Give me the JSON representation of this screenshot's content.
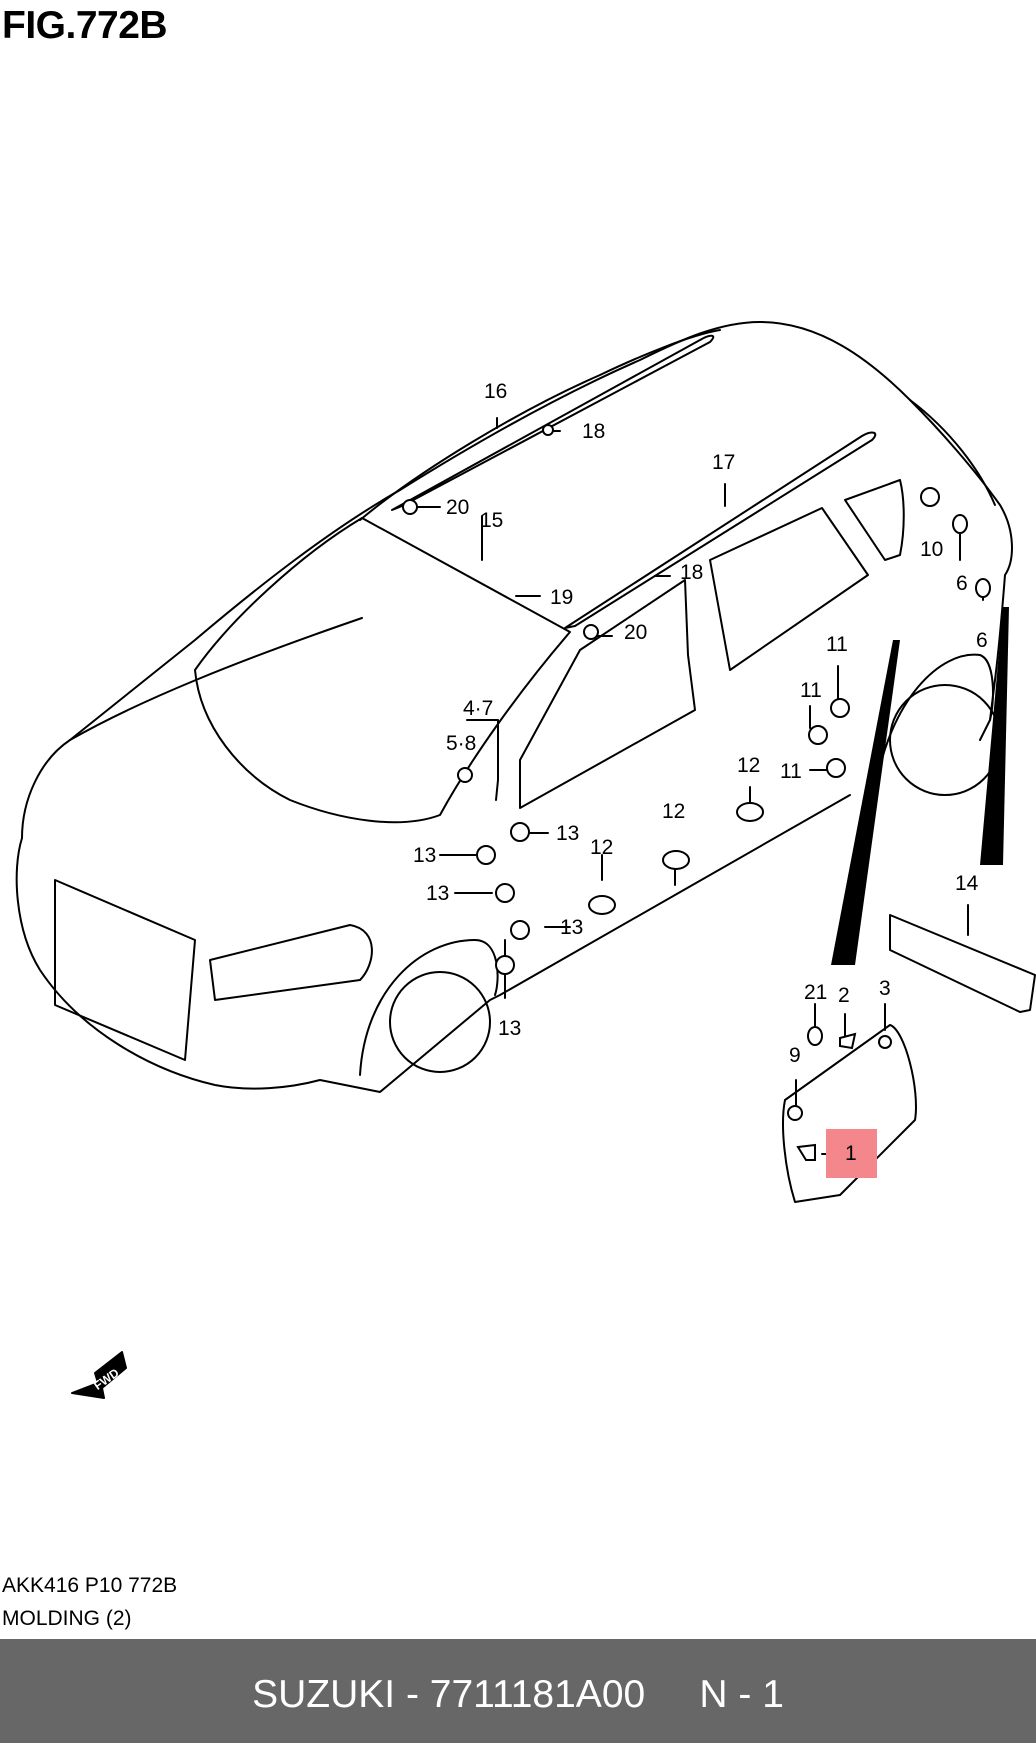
{
  "figure": {
    "title": "FIG.772B"
  },
  "callouts": [
    "16",
    "18",
    "20",
    "15",
    "19",
    "17",
    "18",
    "20",
    "10",
    "6",
    "6",
    "11",
    "11",
    "11",
    "12",
    "4·7",
    "5·8",
    "13",
    "13",
    "13",
    "12",
    "13",
    "12",
    "13",
    "14",
    "21",
    "2",
    "3",
    "9",
    "1"
  ],
  "highlighted_part": "1",
  "fwd_label": "FWD",
  "reference": {
    "code": "AKK416 P10 772B",
    "name": "MOLDING (2)"
  },
  "footer": {
    "text": "SUZUKI - 7711181A00     N - 1"
  },
  "colors": {
    "footer_bg": "#676767",
    "highlight": "#f4878c"
  }
}
